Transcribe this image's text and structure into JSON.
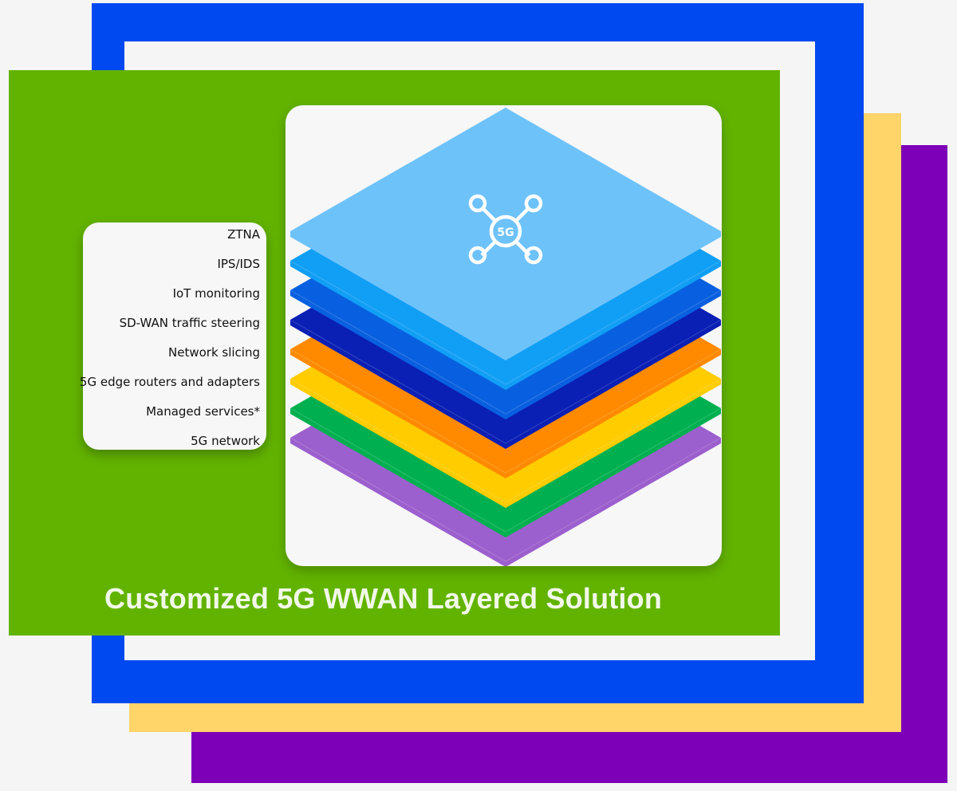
{
  "caption": "Customized 5G WWAN Layered Solution",
  "legend": {
    "items": [
      "ZTNA",
      "IPS/IDS",
      "IoT monitoring",
      "SD-WAN traffic steering",
      "Network slicing",
      "5G edge routers and adapters",
      "Managed services*",
      "5G network"
    ]
  },
  "top_icon": {
    "name": "5g-network-node-icon",
    "label": "5G"
  },
  "layers": [
    {
      "name": "5G network",
      "color": "#9c5fce"
    },
    {
      "name": "Managed services*",
      "color": "#00b050"
    },
    {
      "name": "5G edge routers and adapters",
      "color": "#ffcc00"
    },
    {
      "name": "Network slicing",
      "color": "#ff8a00"
    },
    {
      "name": "SD-WAN traffic steering",
      "color": "#0a1fb4"
    },
    {
      "name": "IoT monitoring",
      "color": "#0860e0"
    },
    {
      "name": "IPS/IDS",
      "color": "#119ff5"
    },
    {
      "name": "ZTNA",
      "color": "#6ec2fa"
    }
  ],
  "colors": {
    "green_panel": "#62b300",
    "blue_frame": "#0049f0",
    "yellow_frame": "#ffd468",
    "purple_frame": "#7d00b8"
  }
}
